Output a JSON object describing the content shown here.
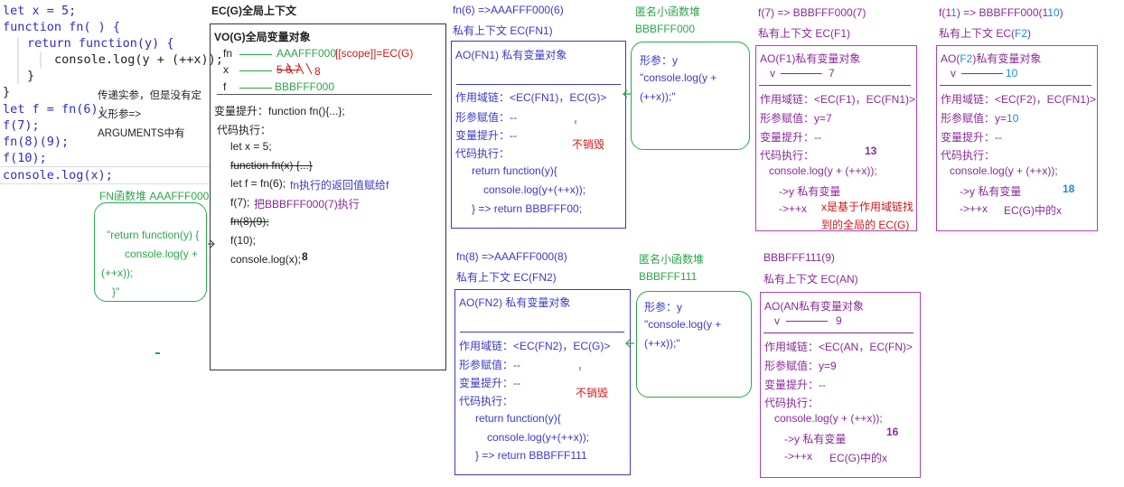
{
  "code": {
    "line1": "let x = 5;",
    "line2": "function fn( ) {",
    "line3": "return function(y) {",
    "line4": "console.log(y + (++x));",
    "line5": "}",
    "line6": "}",
    "line7": "let f = fn(6);",
    "line8": "f(7);",
    "line9": "fn(8)(9);",
    "line10": "f(10);",
    "line11": "console.log(x);"
  },
  "code_note": {
    "line1": "传递实参，但是没有定",
    "line2": "义形参=>",
    "line3": "ARGUMENTS中有"
  },
  "heap_fn": {
    "title": "FN函数堆 AAAFFF000",
    "l1": "\"return function(y) {",
    "l2": "console.log(y +",
    "l3": "(++x));",
    "l4": "}\""
  },
  "ecg": {
    "title": "EC(G)全局上下文",
    "vo_title": "VO(G)全局变量对象",
    "fn_name": "fn",
    "fn_value": "AAAFFF000",
    "fn_scope": "[[scope]]=EC(G)",
    "x_name": "x",
    "x_old": "5 6 7",
    "x_new": "8",
    "f_name": "f",
    "f_value": "BBBFFF000",
    "hoist": "变量提升：function  fn(){...};",
    "exec": "代码执行：",
    "e1": "let x = 5;",
    "e2": "function fn(x) {...}",
    "e3": "let f = fn(6);",
    "e3_note": "fn执行的返回值赋给f",
    "e4": "f(7);",
    "e4_note": "把BBBFFF000(7)执行",
    "e5": "fn(8)(9);",
    "e6": "f(10);",
    "e7": "console.log(x);",
    "e7_result": "8"
  },
  "fn1": {
    "head1": "fn(6) =>AAAFFF000(6)",
    "head2": "私有上下文 EC(FN1)",
    "ao": "AO(FN1) 私有变量对象",
    "chain": "作用域链：<EC(FN1)，EC(G)>",
    "args": "形参赋值：--",
    "hoist": "变量提升：--",
    "exec": "代码执行：",
    "c1": "return function(y){",
    "c2": "console.log(y+(++x));",
    "c3": "}  => return BBBFFF00;",
    "not_destroyed": "不销毁"
  },
  "anon1": {
    "title": "匿名小函数堆",
    "addr": "BBBFFF000",
    "l1": "形参：y",
    "l2": "\"console.log(y +",
    "l3": "(++x));\""
  },
  "f7": {
    "head1": "f(7) => BBBFFF000(7)",
    "head2": "私有上下文 EC(F1)",
    "ao": "AO(F1)私有变量对象",
    "v": "v",
    "v_val": "7",
    "chain": "作用域链：<EC(F1)，EC(FN1)>",
    "args": "形参赋值：y=7",
    "hoist": "变量提升：--",
    "exec": "代码执行：",
    "result": "13",
    "c1": "console.log(y + (++x));",
    "c2": "->y   私有变量",
    "c3": "->++x",
    "c3_note1": "x是基于作用域链找",
    "c3_note2": "到的全局的 EC(G)"
  },
  "f10": {
    "head1": "f(1",
    "head1_fix": "1",
    "head1b": ") => BBBFFF000(1",
    "head1b_fix": "10",
    "head1c": ")",
    "head2": "私有上下文 EC(",
    "head2_fix": "F2",
    "head2c": ")",
    "ao": "AO(",
    "ao_fix": "F2",
    "ao_tail": ")私有变量对象",
    "v": "v",
    "v_val": "10",
    "chain": "作用域链：<EC(F2)，EC(FN1)>",
    "args": "形参赋值：y=",
    "args_val": "10",
    "hoist": "变量提升：--",
    "exec": "代码执行：",
    "c1": "console.log(y + (++x));",
    "c2": "->y   私有变量",
    "result": "18",
    "c3": "->++x",
    "c3_note": "EC(G)中的x"
  },
  "fn2": {
    "head1": "fn(8) =>AAAFFF000(8",
    "head1c": ")",
    "head2": "私有上下文 EC(FN2",
    "head2c": ")",
    "ao": "AO(FN",
    "ao_b": "2",
    "ao_c": ") 私有变量对象",
    "chain": "作用域链：<EC(FN2)，EC(G)>",
    "args": "形参赋值：--",
    "hoist": "变量提升：--",
    "exec": "代码执行：",
    "c1": "return function(y){",
    "c2": "console.log(y+(++x));",
    "c3": "}  => return BBBFFF111",
    "not_destroyed": "不销毁"
  },
  "anon2": {
    "title": "匿名小函数堆",
    "addr": "BBBFFF111",
    "l1": "形参：y",
    "l2": "\"console.log(y +",
    "l3": "(++x));\""
  },
  "f9": {
    "head1": "BBBFFF111(9)",
    "head2": "私有上下文 EC(AN",
    "head2c": ")",
    "ao": "AO(AN",
    "ao_c": "私有变量对象",
    "v": "v",
    "v_val": "9",
    "chain": "作用域链：<EC(AN，EC(FN",
    "chain_c": ")>",
    "args": "形参赋值：y=",
    "args_val": "9",
    "hoist": "变量提升：--",
    "exec": "代码执行：",
    "c1": "console.log(y + (++x));",
    "result": "16",
    "c2": "->y   私有变量",
    "c3": "->++x",
    "c3_note": "EC(G)中的x"
  },
  "colors": {
    "blue": "#3a3ac8",
    "green": "#2aa84a",
    "red": "#d01818",
    "purple": "#8a2a9a",
    "cyan": "#1a8cd8"
  }
}
